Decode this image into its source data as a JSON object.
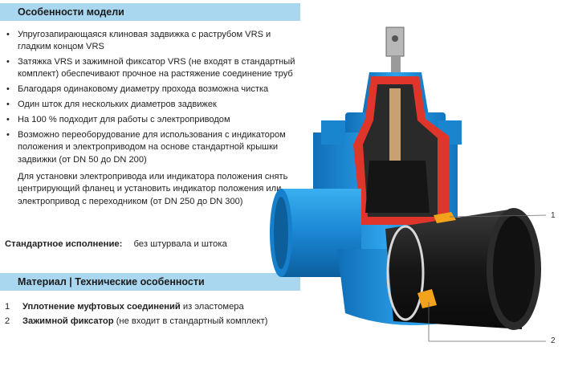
{
  "header1": "Особенности модели",
  "features": [
    "Упругозапирающаяся клиновая задвижка с раструбом VRS и гладким концом VRS",
    "Затяжка VRS и зажимной фиксатор VRS (не входят в стандартный комплект) обеспечивают прочное на растяжение соединение труб",
    "Благодаря одинаковому диаметру прохода возможна чистка",
    "Один шток для нескольких диаметров задвижек",
    "На 100 % подходит для работы с электроприводом",
    "Возможно переоборудование для использования с индикатором положения и электроприводом на основе стандартной крышки задвижки (от DN 50 до DN 200)"
  ],
  "feature_note": "Для установки электропривода или индикатора положения снять центрирующий фланец и установить индикатор положения или электропривод с переходником (от DN 250 до DN 300)",
  "bullet_symbol": "•",
  "standard": {
    "label": "Стандартное исполнение:",
    "value": "без штурвала и штока"
  },
  "header2": "Материал | Технические особенности",
  "materials": [
    {
      "num": "1",
      "title": "Уплотнение муфтовых соединений",
      "desc": " из эластомера"
    },
    {
      "num": "2",
      "title": "Зажимной фиксатор",
      "desc": " (не входит в стандартный комплект)"
    }
  ],
  "callouts": [
    "1",
    "2"
  ],
  "colors": {
    "header_bg": "#a9d7ef",
    "valve_blue": "#1f8fd8",
    "valve_red": "#e0352b",
    "pipe_black": "#1a1a1a",
    "clamp_orange": "#f2a21b"
  }
}
